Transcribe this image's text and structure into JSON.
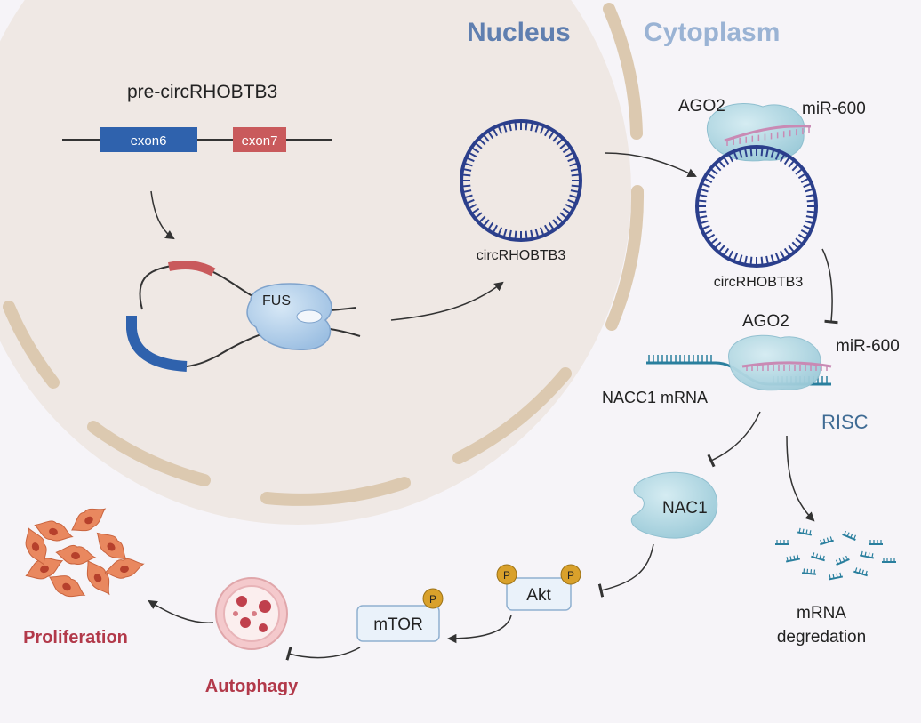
{
  "titles": {
    "nucleus": "Nucleus",
    "cytoplasm": "Cytoplasm"
  },
  "pre_circ": {
    "label": "pre-circRHOBTB3",
    "exon6": "exon6",
    "exon7": "exon7"
  },
  "fus": "FUS",
  "circ_nucleus": "circRHOBTB3",
  "circ_cyto": "circRHOBTB3",
  "ago2_top": "AGO2",
  "mir_top": "miR-600",
  "ago2_bottom": "AGO2",
  "mir_bottom": "miR-600",
  "nacc1_mrna": "NACC1 mRNA",
  "risc": "RISC",
  "nac1": "NAC1",
  "akt": "Akt",
  "mtor": "mTOR",
  "phospho": "P",
  "mrna_deg_1": "mRNA",
  "mrna_deg_2": "degredation",
  "autophagy": "Autophagy",
  "proliferation": "Proliferation",
  "colors": {
    "nucleus_fill": "#efe8e4",
    "envelope": "#dcc9b0",
    "circ_rna": "#2b3f8c",
    "exon6": "#2f62ad",
    "exon7": "#c95a5c",
    "protein_blue": "#a9c8e6",
    "mirna": "#c98ab4",
    "mrna": "#2a7f9e",
    "accent_red": "#b2394a",
    "phospho_gold": "#d9a12b"
  }
}
